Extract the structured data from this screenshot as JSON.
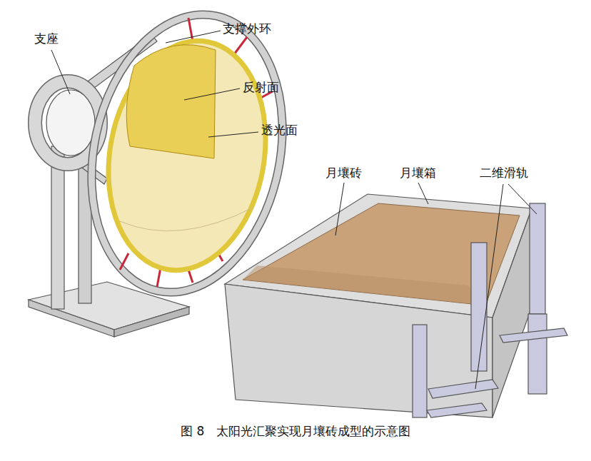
{
  "diagram": {
    "caption": "图 8　太阳光汇聚实现月壤砖成型的示意图",
    "labels": [
      "支座",
      "支撑外环",
      "反射面",
      "透光面",
      "月壤砖",
      "月壤箱",
      "二维滑轨"
    ]
  }
}
